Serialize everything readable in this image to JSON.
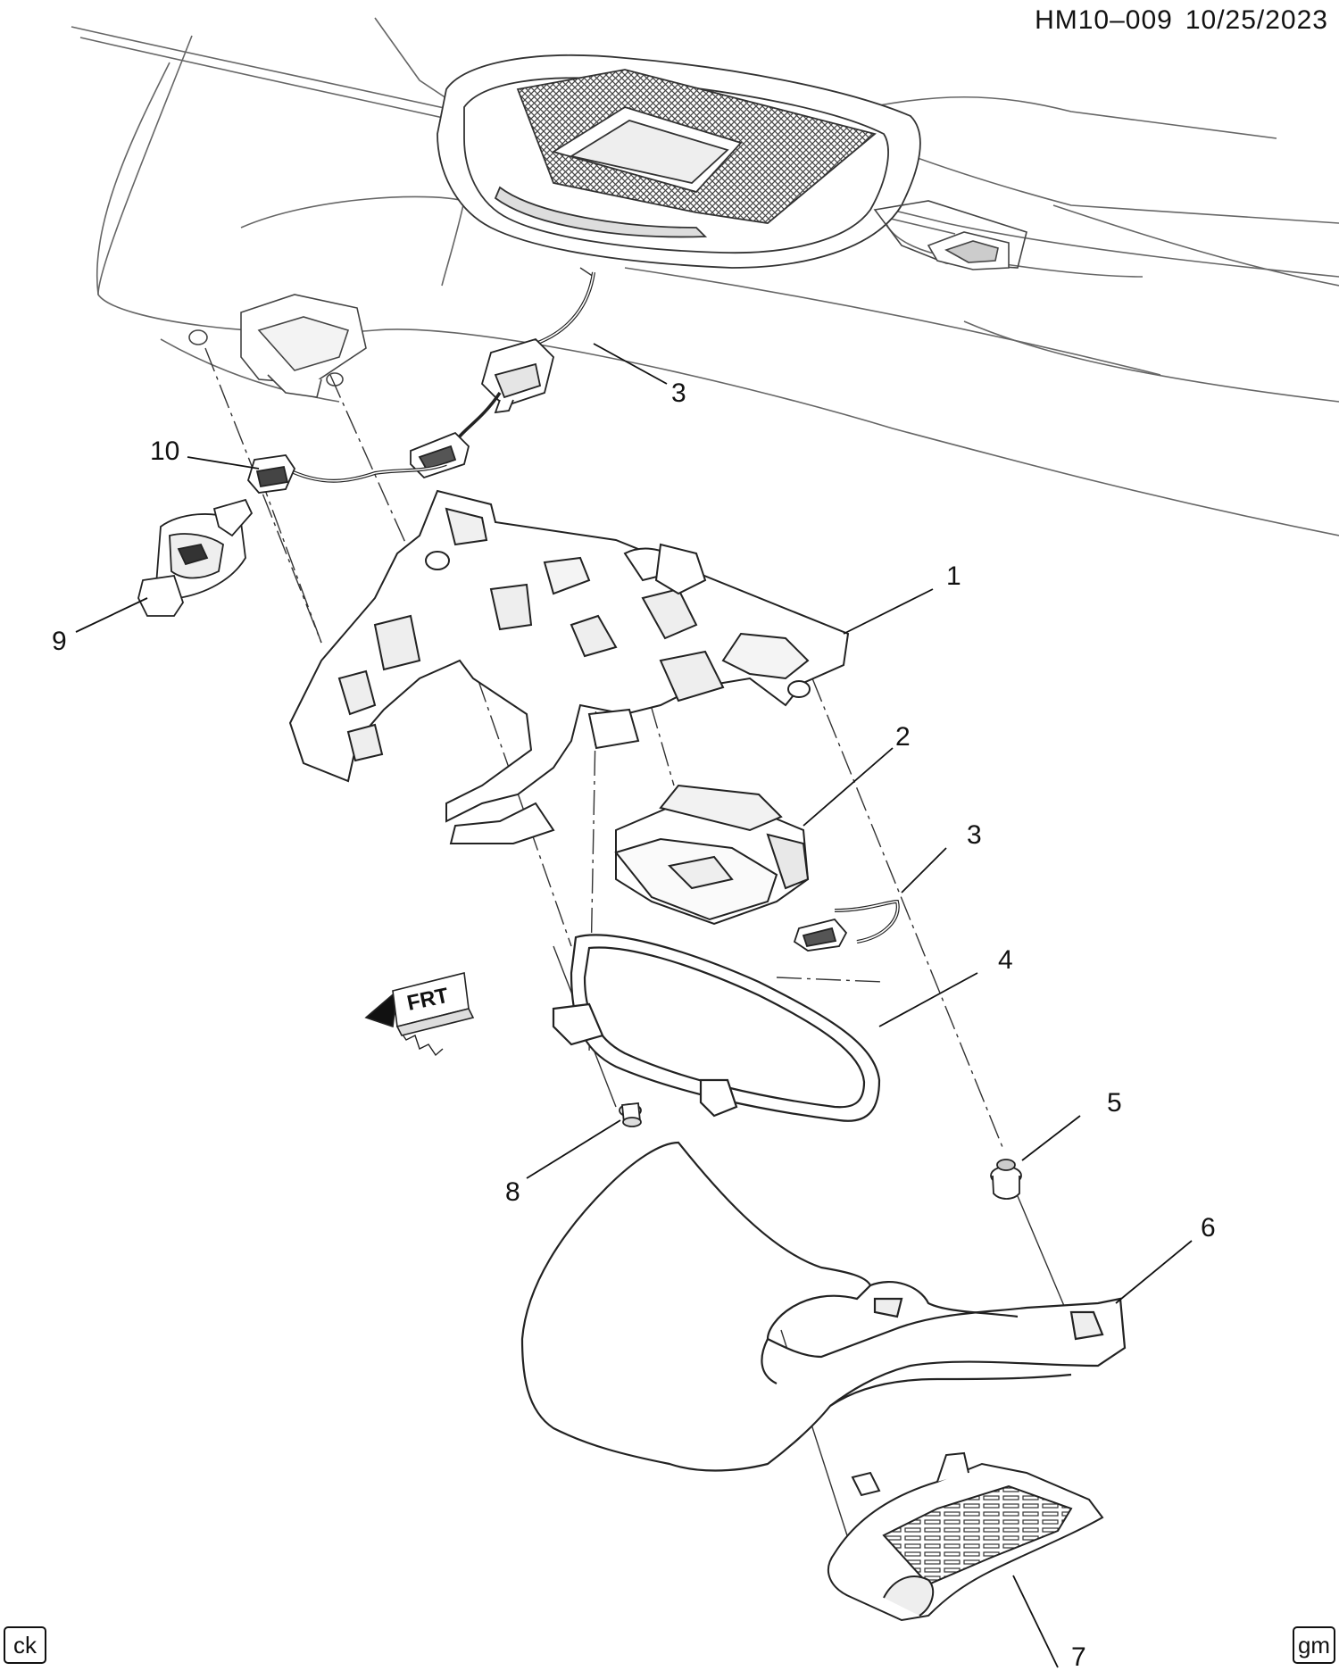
{
  "header": {
    "code": "HM10–009",
    "date": "10/25/2023"
  },
  "callouts": {
    "c1": "1",
    "c2": "2",
    "c3a": "3",
    "c3b": "3",
    "c4": "4",
    "c5": "5",
    "c6": "6",
    "c7": "7",
    "c8": "8",
    "c9": "9",
    "c10": "10"
  },
  "direction_label": "FRT",
  "badges": {
    "left": "ck",
    "right": "gm"
  }
}
